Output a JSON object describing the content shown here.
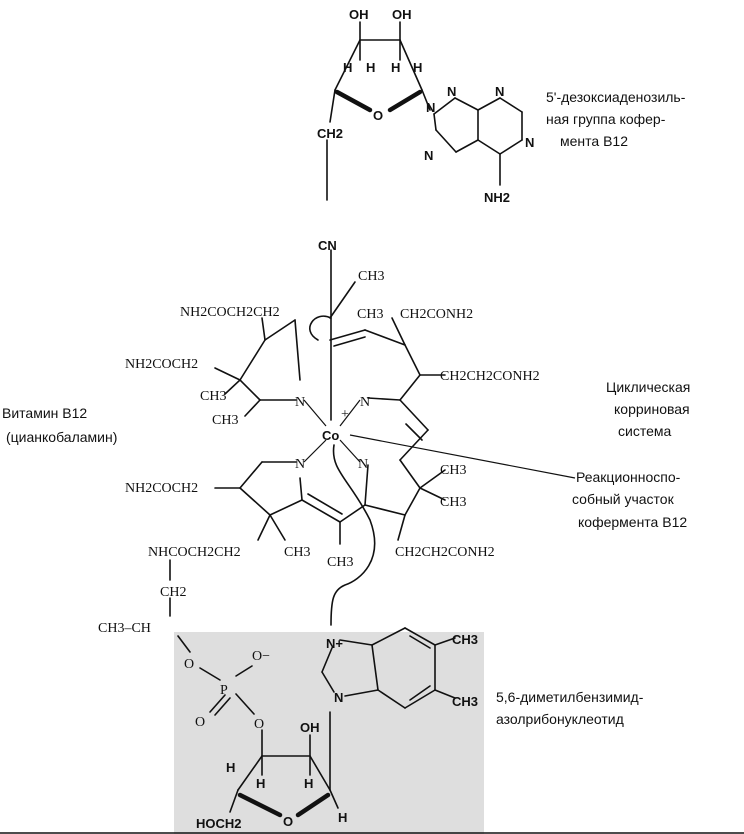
{
  "annotations": {
    "deoxyadenosyl": [
      "5'-дезоксиаденозиль-",
      "ная группа кофер-",
      "мента B12"
    ],
    "vitamin": [
      "Витамин B12",
      "(цианкобаламин)"
    ],
    "corrin": [
      "Циклическая",
      "корриновая",
      "система"
    ],
    "reactive": [
      "Реакционноспо-",
      "собный участок",
      "кофермента B12"
    ],
    "nucleotide": [
      "5,6-диметилбензимид-",
      "азолрибонуклеотид"
    ]
  },
  "atoms": {
    "oh": "OH",
    "h": "H",
    "o": "O",
    "n": "N",
    "nplus": "N+",
    "ch2": "CH2",
    "ch3": "CH3",
    "cn": "CN",
    "nh2": "NH2",
    "co": "Co",
    "plus": "+",
    "p": "P",
    "ominus": "O−",
    "hoch2": "HOCH2",
    "ch3ch": "CH3–CH"
  },
  "substituents": {
    "top_left": "NH2COCH2CH2",
    "top_right": "CH2CONH2",
    "ring_a_left": "NH2COCH2",
    "right_mid": "CH2CH2CONH2",
    "bottom_left": "NH2COCH2",
    "bottom_right": "CH2CH2CONH2",
    "linker": "NHCOCH2CH2"
  }
}
